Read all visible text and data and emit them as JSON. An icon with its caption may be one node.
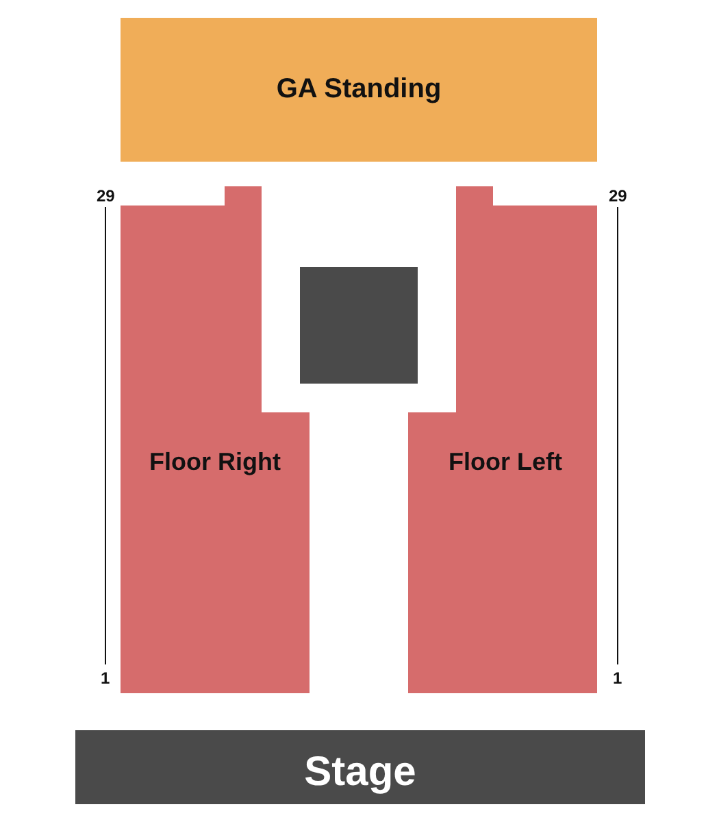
{
  "diagram": {
    "nodes": [
      {
        "text": [
          "GA Standing"
        ]
      },
      {
        "text": [],
        "shape": "box"
      },
      {
        "text": [
          "Floor Right"
        ]
      },
      {
        "text": [
          "Floor Left"
        ]
      },
      {
        "text": [
          "Stage"
        ]
      }
    ],
    "labels": [
      "29",
      "29",
      "1",
      "1"
    ]
  }
}
